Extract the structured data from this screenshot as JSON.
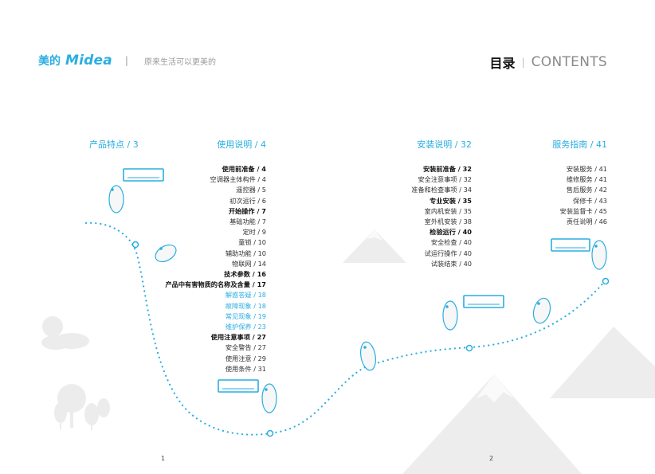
{
  "header": {
    "brand_cn": "美的",
    "brand_logo": "Midea",
    "separator": "|",
    "slogan": "原来生活可以更美的",
    "title_cn": "目录",
    "title_sep": "|",
    "title_en": "CONTENTS"
  },
  "sections": {
    "features": "产品特点 / 3",
    "usage": "使用说明 / 4",
    "install": "安装说明 / 32",
    "service": "服务指南 / 41"
  },
  "usage_items": [
    {
      "text": "使用前准备 / 4",
      "style": "b"
    },
    {
      "text": "空调器主体构件 / 4",
      "style": "n"
    },
    {
      "text": "遥控器 / 5",
      "style": "n"
    },
    {
      "text": "初次运行 / 6",
      "style": "n"
    },
    {
      "text": "开始操作 / 7",
      "style": "b"
    },
    {
      "text": "基础功能 / 7",
      "style": "n"
    },
    {
      "text": "定时 / 9",
      "style": "n"
    },
    {
      "text": "童锁 / 10",
      "style": "n"
    },
    {
      "text": "辅助功能 / 10",
      "style": "n"
    },
    {
      "text": "物联网 / 14",
      "style": "n"
    },
    {
      "text": "技术参数 / 16",
      "style": "b"
    },
    {
      "text": "产品中有害物质的名称及含量 / 17",
      "style": "b"
    },
    {
      "text": "解惑答疑 / 18",
      "style": "blue"
    },
    {
      "text": "故障现象 / 18",
      "style": "blue"
    },
    {
      "text": "常见现象 / 19",
      "style": "blue"
    },
    {
      "text": "维护保养 / 23",
      "style": "blue"
    },
    {
      "text": "使用注意事项 / 27",
      "style": "b"
    },
    {
      "text": "安全警告 / 27",
      "style": "n"
    },
    {
      "text": "使用注意 / 29",
      "style": "n"
    },
    {
      "text": "使用条件 / 31",
      "style": "n"
    }
  ],
  "install_items": [
    {
      "text": "安装前准备 / 32",
      "style": "b"
    },
    {
      "text": "安全注意事项 / 32",
      "style": "n"
    },
    {
      "text": "准备和检查事项 / 34",
      "style": "n"
    },
    {
      "text": "专业安装 / 35",
      "style": "b"
    },
    {
      "text": "室内机安装 / 35",
      "style": "n"
    },
    {
      "text": "室外机安装 / 38",
      "style": "n"
    },
    {
      "text": "检验运行 / 40",
      "style": "b"
    },
    {
      "text": "安全检查 / 40",
      "style": "n"
    },
    {
      "text": "试运行操作 / 40",
      "style": "n"
    },
    {
      "text": "试装结束 / 40",
      "style": "n"
    }
  ],
  "service_items": [
    {
      "text": "安装服务 / 41",
      "style": "n"
    },
    {
      "text": "维修服务 / 41",
      "style": "n"
    },
    {
      "text": "售后服务 / 42",
      "style": "n"
    },
    {
      "text": "保修卡 / 43",
      "style": "n"
    },
    {
      "text": "安装监督卡 / 45",
      "style": "n"
    },
    {
      "text": "责任说明 / 46",
      "style": "n"
    }
  ],
  "page_numbers": {
    "left": "1",
    "right": "2"
  },
  "colors": {
    "accent": "#29aee1",
    "decor": "#e9e9e9"
  }
}
